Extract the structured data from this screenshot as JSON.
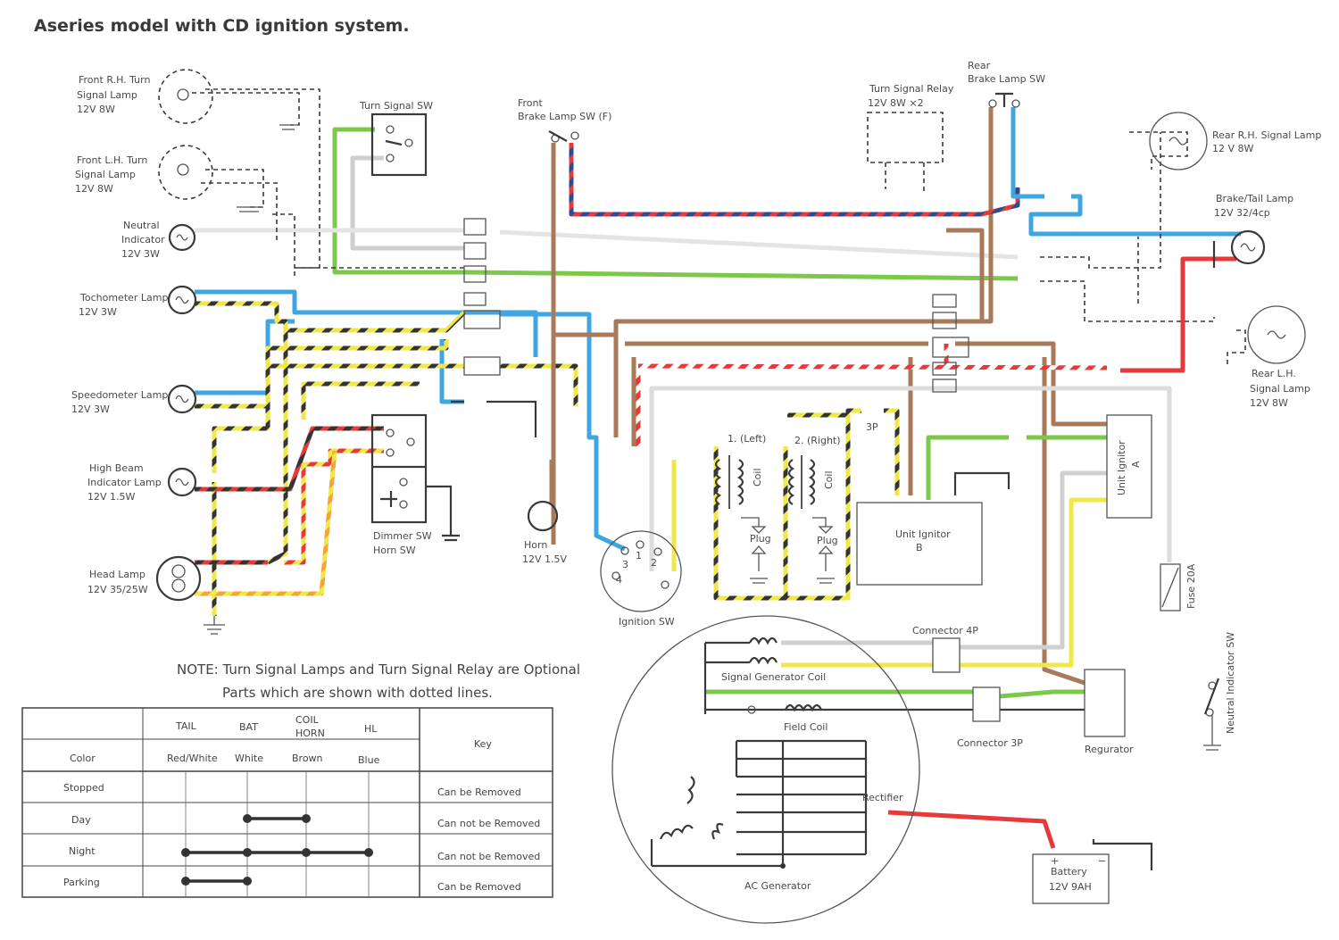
{
  "title": "Aseries model with CD ignition system.",
  "components": {
    "front_rh_turn": [
      "Front R.H. Turn",
      "Signal Lamp",
      "12V 8W"
    ],
    "front_lh_turn": [
      "Front L.H. Turn",
      "Signal Lamp",
      "12V 8W"
    ],
    "neutral_indicator": [
      "Neutral",
      "Indicator",
      "12V 3W"
    ],
    "tachometer_lamp": [
      "Tochometer Lamp",
      "12V 3W"
    ],
    "speedometer_lamp": [
      "Speedometer Lamp",
      "12V 3W"
    ],
    "high_beam": [
      "High Beam",
      "Indicator Lamp",
      "12V 1.5W"
    ],
    "head_lamp": [
      "Head Lamp",
      "12V 35/25W"
    ],
    "turn_signal_sw": "Turn Signal SW",
    "front_brake_sw": [
      "Front",
      "Brake Lamp SW (F)"
    ],
    "dimmer_horn_sw": [
      "Dimmer SW",
      "Horn SW"
    ],
    "horn": [
      "Horn",
      "12V 1.5V"
    ],
    "ignition_sw": "Ignition SW",
    "ignition_terminals": [
      "1",
      "2",
      "3",
      "4"
    ],
    "coil_left": "1. (Left)",
    "coil_right": "2. (Right)",
    "coil": "Coil",
    "plug": "Plug",
    "three_p": "3P",
    "turn_relay": [
      "Turn Signal Relay",
      "12V 8W ×2"
    ],
    "rear_brake_sw": [
      "Rear",
      "Brake Lamp SW"
    ],
    "rear_rh": [
      "Rear R.H. Signal Lamp",
      "12 V  8W"
    ],
    "brake_tail": [
      "Brake/Tail Lamp",
      "12V 32/4cp"
    ],
    "rear_lh": [
      "Rear L.H.",
      "Signal Lamp",
      "12V 8W"
    ],
    "unit_ignitor_a": [
      "Unit Ignitor",
      "A"
    ],
    "unit_ignitor_b": [
      "Unit Ignitor",
      "B"
    ],
    "fuse": "Fuse 20A",
    "neutral_sw": "Neutral Indicator SW",
    "connector_4p": "Connector 4P",
    "connector_3p": "Connector 3P",
    "signal_gen_coil": "Signal Generator Coil",
    "field_coil": "Field Coil",
    "rectifier": "Rectifier",
    "regulator": "Regurator",
    "ac_generator": "AC Generator",
    "battery": [
      "Battery",
      "12V 9AH"
    ],
    "battery_plus": "+",
    "battery_minus": "−"
  },
  "note": [
    "NOTE: Turn Signal Lamps and Turn Signal Relay are Optional",
    "Parts which are shown with dotted lines."
  ],
  "key_table": {
    "headers": [
      "TAIL",
      "BAT",
      "COIL",
      "HORN",
      "HL"
    ],
    "color_label": "Color",
    "colors": [
      "Red/White",
      "White",
      "Brown",
      "Blue"
    ],
    "key_label": "Key",
    "rows": [
      {
        "name": "Stopped",
        "key": "Can be Removed",
        "connected": []
      },
      {
        "name": "Day",
        "key": "Can not be Removed",
        "connected": [
          1,
          2
        ]
      },
      {
        "name": "Night",
        "key": "Can not be Removed",
        "connected": [
          0,
          1,
          2,
          3
        ]
      },
      {
        "name": "Parking",
        "key": "Can be Removed",
        "connected": [
          0,
          1
        ]
      }
    ]
  },
  "wire_colors": {
    "black": "#3a3a3a",
    "blue": "#3fa6e0",
    "green": "#7cc84a",
    "brown": "#a87a5a",
    "red": "#e63a3a",
    "yellow": "#f0e84a",
    "white": "#d8d8d8",
    "orange": "#f5a33a",
    "navy": "#2a4a9a"
  }
}
